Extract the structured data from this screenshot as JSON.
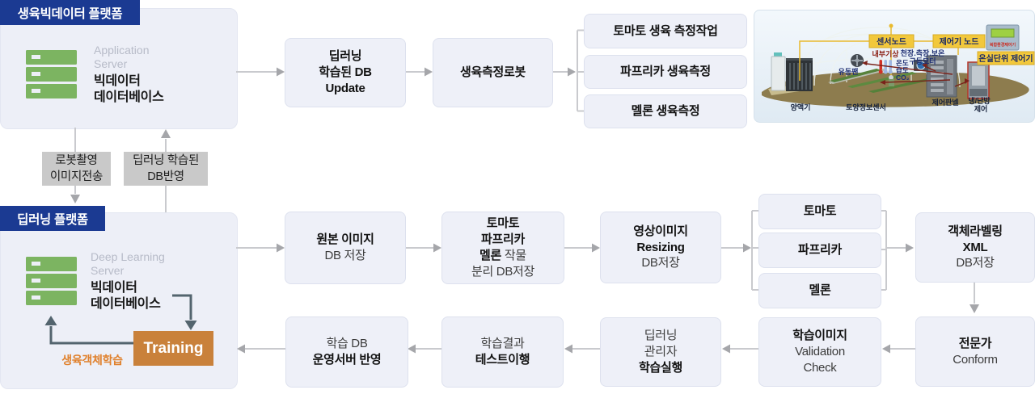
{
  "platforms": {
    "top": {
      "badge": "생육빅데이터 플랫폼",
      "server_label": "Application\nServer",
      "server_title": "빅데이터\n데이터베이스"
    },
    "bottom": {
      "badge": "딥러닝 플랫폼",
      "server_label": "Deep Learning\nServer",
      "server_title": "빅데이터\n데이터베이스",
      "training": "Training",
      "training_note": "생육객체학습"
    }
  },
  "top_flow": {
    "step1": [
      [
        {
          "t": "딥러닝",
          "b": true
        }
      ],
      [
        {
          "t": "학습된 DB",
          "b": true
        }
      ],
      [
        {
          "t": "Update",
          "b": true
        }
      ]
    ],
    "step2": [
      [
        {
          "t": "생육측정로봇",
          "b": true
        }
      ]
    ],
    "outputs": [
      [
        [
          {
            "t": "토마토 생육 측정작업",
            "b": true
          }
        ]
      ],
      [
        [
          {
            "t": "파프리카 생육측정",
            "b": true
          }
        ]
      ],
      [
        [
          {
            "t": "멜론 생육측정",
            "b": true
          }
        ]
      ]
    ]
  },
  "transfer": {
    "down": [
      [
        {
          "t": "로봇촬영",
          "b": false
        }
      ],
      [
        {
          "t": "이미지전송",
          "b": false
        }
      ]
    ],
    "up": [
      [
        {
          "t": "딥러닝 학습된",
          "b": false
        }
      ],
      [
        {
          "t": "DB반영",
          "b": false
        }
      ]
    ]
  },
  "pipeline": {
    "origin": [
      [
        {
          "t": "원본 이미지",
          "b": true
        }
      ],
      [
        {
          "t": "DB 저장",
          "b": false
        }
      ]
    ],
    "separate": [
      [
        {
          "t": "토마토",
          "b": true
        }
      ],
      [
        {
          "t": "파프리카",
          "b": true
        }
      ],
      [
        {
          "t": "멜론 ",
          "b": true
        },
        {
          "t": "작물",
          "b": false
        }
      ],
      [
        {
          "t": "분리 DB저장",
          "b": false
        }
      ]
    ],
    "resizing": [
      [
        {
          "t": "영상이미지",
          "b": true
        }
      ],
      [
        {
          "t": "Resizing",
          "b": true
        }
      ],
      [
        {
          "t": "DB저장",
          "b": false
        }
      ]
    ],
    "crops": [
      [
        [
          {
            "t": "토마토",
            "b": true
          }
        ]
      ],
      [
        [
          {
            "t": "파프리카",
            "b": true
          }
        ]
      ],
      [
        [
          {
            "t": "멜론",
            "b": true
          }
        ]
      ]
    ],
    "labeling": [
      [
        {
          "t": "객체라벨링",
          "b": true
        }
      ],
      [
        {
          "t": "XML",
          "b": true
        }
      ],
      [
        {
          "t": "DB저장",
          "b": false
        }
      ]
    ],
    "conform": [
      [
        {
          "t": "전문가",
          "b": true
        }
      ],
      [
        {
          "t": "Conform",
          "b": false
        }
      ]
    ],
    "validation": [
      [
        {
          "t": "학습이미지",
          "b": true
        }
      ],
      [
        {
          "t": "Validation",
          "b": false
        }
      ],
      [
        {
          "t": "Check",
          "b": false
        }
      ]
    ],
    "run": [
      [
        {
          "t": "딥러닝",
          "b": false
        }
      ],
      [
        {
          "t": "관리자",
          "b": false
        }
      ],
      [
        {
          "t": "학습실행",
          "b": true
        }
      ]
    ],
    "test": [
      [
        {
          "t": "학습결과",
          "b": false
        }
      ],
      [
        {
          "t": "테스트이행",
          "b": true
        }
      ]
    ],
    "reflect": [
      [
        {
          "t": "학습 DB",
          "b": false
        }
      ],
      [
        {
          "t": "운영서버 반영",
          "b": true
        }
      ]
    ]
  },
  "greenhouse": {
    "sensor_node": "센서노드",
    "controller_node": "제어기 노드",
    "unit_controller": "온실단위 제어기",
    "device_label": "복합환경제어기",
    "indoor_weather": "내부기상",
    "motor_line1": "천장.측장.보온",
    "motor_line2": "구동모터",
    "temp": "온도",
    "humidity": "습도",
    "co2": "CO₂",
    "fan": "유동팬",
    "nutrient": "양액기",
    "soil_sensor": "토양정보센서",
    "panel": "제어판넬",
    "hvac_line1": "냉/난방",
    "hvac_line2": "제어"
  },
  "colors": {
    "badge_navy": "#1b3a92",
    "box_fill": "#eef0f8",
    "training_orange": "#c9813b",
    "note_orange": "#e0812d",
    "server_green": "#7cb461",
    "label_yellow": "#f2c83c",
    "arrow_gray": "#a5a6aa",
    "arrow_slate": "#53646e"
  }
}
